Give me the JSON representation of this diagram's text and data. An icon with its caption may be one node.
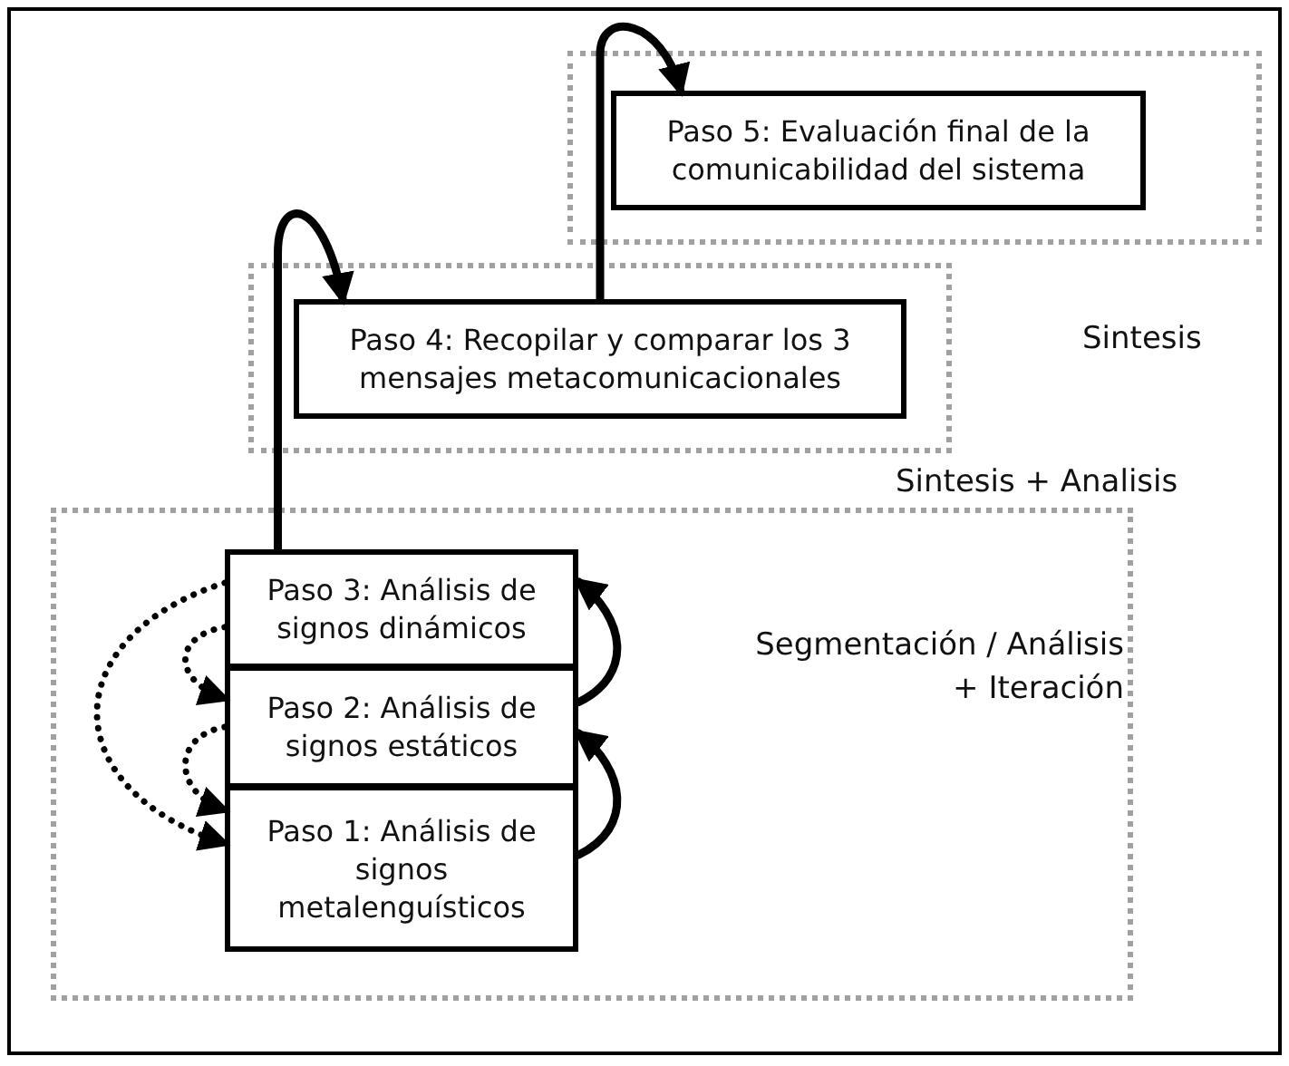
{
  "diagram": {
    "nodes": [
      {
        "text": [],
        "shape": "box"
      },
      {
        "text": [
          "Paso 5: Evaluación final de la comunicabilidad del sistema"
        ],
        "in": 0
      },
      {
        "text": [],
        "shape": "box"
      },
      {
        "text": [
          "Paso 4: Recopilar y comparar los 3 mensajes metacomunicacionales"
        ],
        "in": 2
      },
      {
        "text": [],
        "shape": "box"
      },
      {
        "text": [
          "Paso 3: Análisis de signos dinámicos"
        ],
        "in": 4
      },
      {
        "text": [
          "Paso 2: Análisis de signos estáticos"
        ],
        "in": 4
      },
      {
        "text": [
          "Paso 1: Análisis de signos metalenguísticos"
        ],
        "in": 4
      }
    ],
    "edges": [
      {
        "from": 5,
        "to": 3,
        "arrow": "to"
      },
      {
        "from": 3,
        "to": 1,
        "arrow": "to"
      },
      {
        "from": 7,
        "to": 6,
        "arrow": "to"
      },
      {
        "from": 6,
        "to": 5,
        "arrow": "to"
      },
      {
        "from": 5,
        "to": 6,
        "arrow": "to",
        "style": "dashed"
      },
      {
        "from": 6,
        "to": 7,
        "arrow": "to",
        "style": "dashed"
      },
      {
        "from": 5,
        "to": 7,
        "arrow": "to",
        "style": "dashed"
      }
    ],
    "labels": [
      "Sintesis",
      "Sintesis + Analisis",
      "Segmentación / Análisis + Iteración"
    ]
  }
}
